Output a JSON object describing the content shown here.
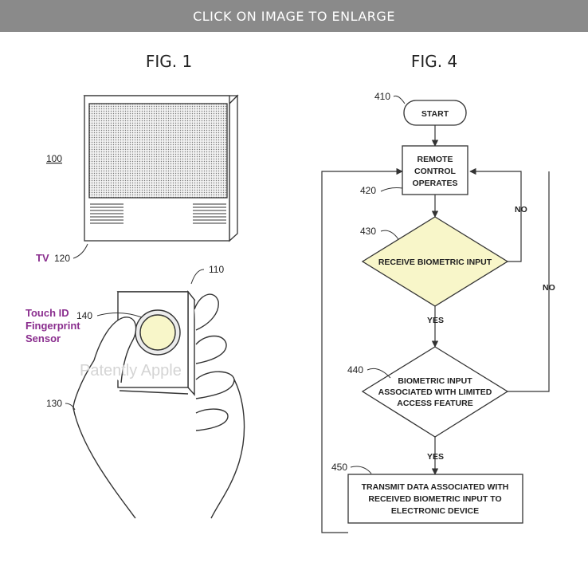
{
  "banner": {
    "text": "CLICK ON IMAGE TO ENLARGE"
  },
  "colors": {
    "label_purple": "#8a2e8e",
    "decision_fill": "#f8f6c9",
    "banner_bg": "#8a8a8a",
    "line": "#333333"
  },
  "fig1": {
    "title": "FIG. 1",
    "ref_device": "100",
    "tv_label": "TV",
    "ref_tv": "120",
    "ref_remote": "110",
    "ref_sensor": "140",
    "ref_hand": "130",
    "sensor_label": [
      "Touch ID",
      "Fingerprint",
      "Sensor"
    ],
    "watermark": "Patently Apple"
  },
  "fig4": {
    "title": "FIG. 4",
    "ref_410": "410",
    "ref_420": "420",
    "ref_430": "430",
    "ref_440": "440",
    "ref_450": "450",
    "start": "START",
    "step_420": [
      "REMOTE",
      "CONTROL",
      "OPERATES"
    ],
    "step_430": "RECEIVE BIOMETRIC INPUT",
    "step_440": [
      "BIOMETRIC INPUT",
      "ASSOCIATED WITH LIMITED",
      "ACCESS FEATURE"
    ],
    "step_450": [
      "TRANSMIT DATA ASSOCIATED WITH",
      "RECEIVED BIOMETRIC INPUT TO",
      "ELECTRONIC DEVICE"
    ],
    "no_1": "NO",
    "no_2": "NO",
    "yes_1": "YES",
    "yes_2": "YES"
  }
}
